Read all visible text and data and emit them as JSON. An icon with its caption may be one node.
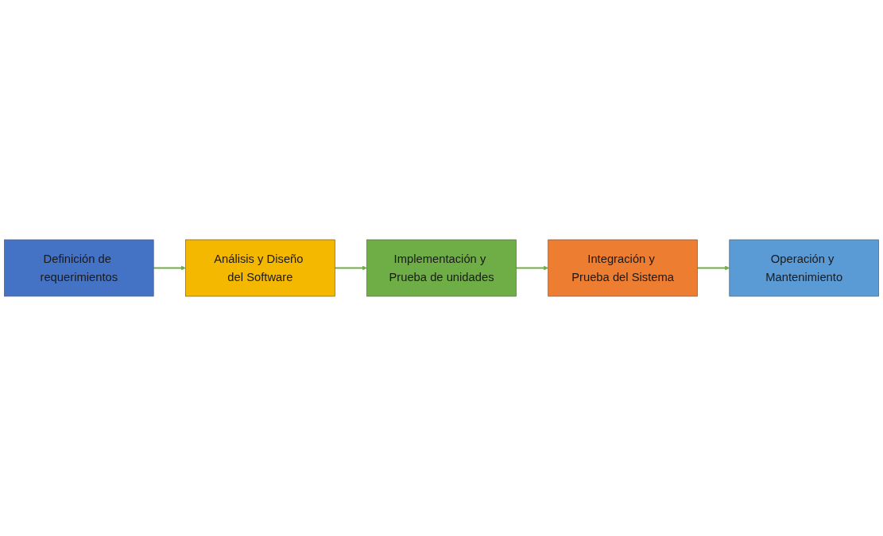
{
  "diagram": {
    "nodes": [
      {
        "text": [
          "Definición de requerimientos"
        ]
      },
      {
        "text": [
          "Análisis y Diseño del Software"
        ]
      },
      {
        "text": [
          "Implementación y Prueba de unidades"
        ]
      },
      {
        "text": [
          "Integración y Prueba del Sistema"
        ]
      },
      {
        "text": [
          "Operación y Mantenimiento"
        ]
      }
    ],
    "edges": [
      {
        "from": 0,
        "to": 1,
        "arrow": "to"
      },
      {
        "from": 1,
        "to": 2,
        "arrow": "to"
      },
      {
        "from": 2,
        "to": 3,
        "arrow": "to"
      },
      {
        "from": 3,
        "to": 4,
        "arrow": "to"
      }
    ]
  }
}
